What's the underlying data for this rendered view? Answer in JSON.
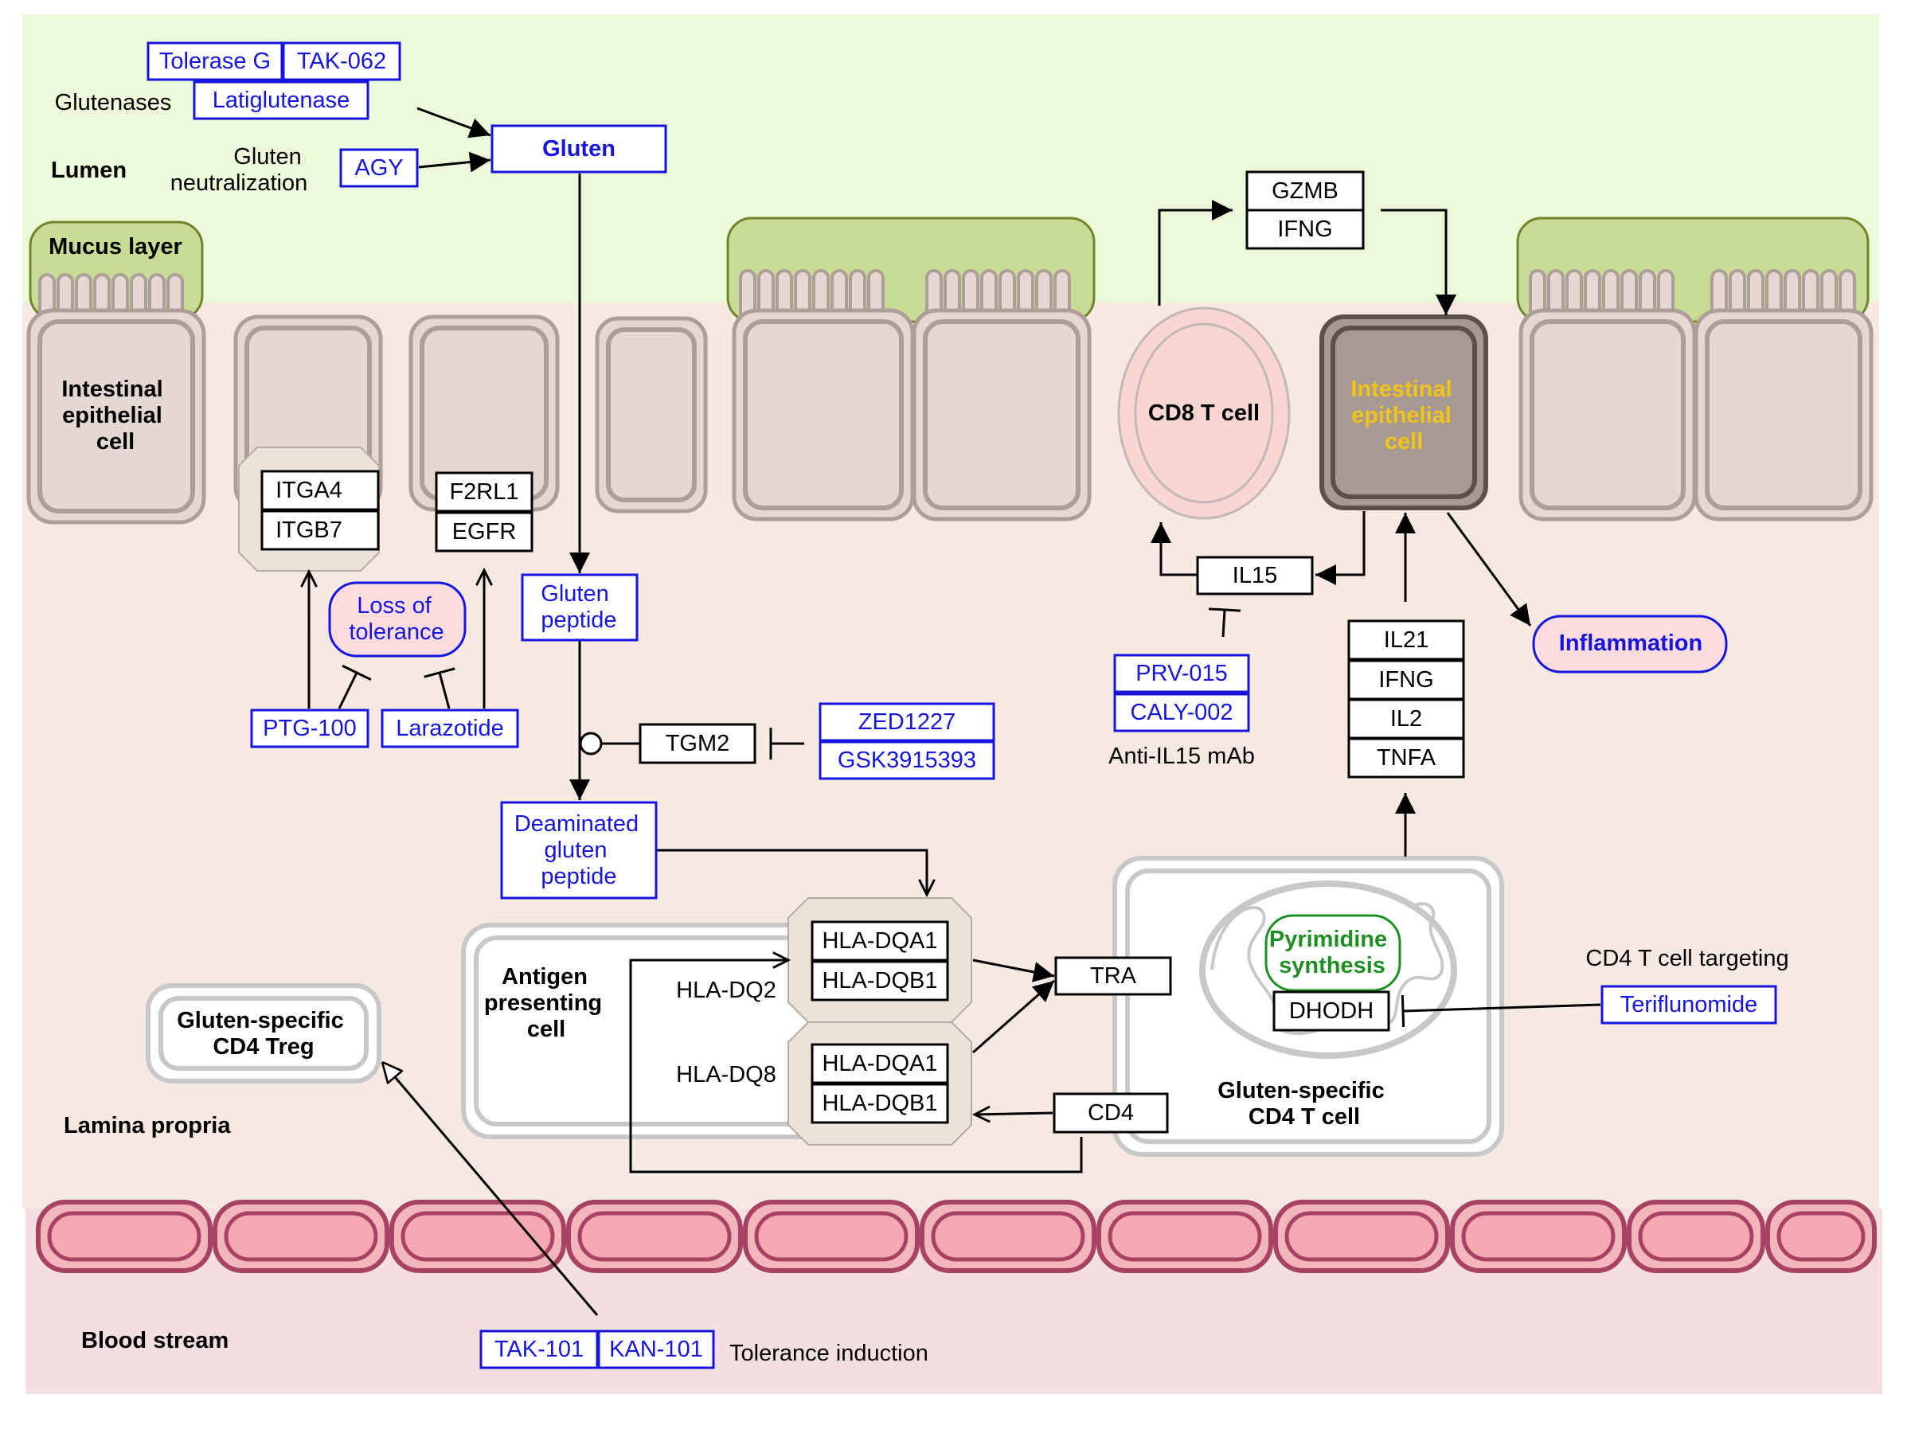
{
  "regions": {
    "lumen": "Lumen",
    "mucus": "Mucus layer",
    "lamina": "Lamina propria",
    "blood": "Blood stream"
  },
  "lumen_section": {
    "glutenases_label": "Glutenases",
    "glutenases": [
      "Tolerase G",
      "TAK-062",
      "Latiglutenase"
    ],
    "neutralization_label": [
      "Gluten",
      "neutralization"
    ],
    "agy": "AGY",
    "gluten": "Gluten"
  },
  "epithelium": {
    "cell_label": [
      "Intestinal",
      "epithelial",
      "cell"
    ],
    "inflamed_cell_label": [
      "Intestinal",
      "epithelial",
      "cell"
    ],
    "integrins": [
      "ITGA4",
      "ITGB7"
    ],
    "receptors": [
      "F2RL1",
      "EGFR"
    ]
  },
  "tolerance": {
    "loss": [
      "Loss of",
      "tolerance"
    ],
    "ptg": "PTG-100",
    "larazotide": "Larazotide"
  },
  "peptides": {
    "gluten_peptide": [
      "Gluten",
      "peptide"
    ],
    "tgm2": "TGM2",
    "tgm2_inhibitors": [
      "ZED1227",
      "GSK3915393"
    ],
    "deaminated": [
      "Deaminated",
      "gluten",
      "peptide"
    ]
  },
  "apc": {
    "label": [
      "Antigen",
      "presenting",
      "cell"
    ],
    "dq2_label": "HLA-DQ2",
    "dq8_label": "HLA-DQ8",
    "dq2": [
      "HLA-DQA1",
      "HLA-DQB1"
    ],
    "dq8": [
      "HLA-DQA1",
      "HLA-DQB1"
    ]
  },
  "tcell": {
    "tra": "TRA",
    "cd4": "CD4",
    "pyrimidine": [
      "Pyrimidine",
      "synthesis"
    ],
    "dhodh": "DHODH",
    "label": [
      "Gluten-specific",
      "CD4 T cell"
    ],
    "targeting_label": "CD4 T cell targeting",
    "teriflunomide": "Teriflunomide",
    "cytokines": [
      "IL21",
      "IFNG",
      "IL2",
      "TNFA"
    ]
  },
  "cd8": {
    "label": "CD8 T cell",
    "effectors": [
      "GZMB",
      "IFNG"
    ],
    "il15": "IL15",
    "anti_il15": [
      "PRV-015",
      "CALY-002"
    ],
    "anti_il15_label": "Anti-IL15 mAb"
  },
  "inflammation": "Inflammation",
  "treg": {
    "label": [
      "Gluten-specific",
      "CD4 Treg"
    ],
    "tolerance_drugs": [
      "TAK-101",
      "KAN-101"
    ],
    "tolerance_label": "Tolerance induction"
  },
  "colors": {
    "lumen_bg": "#ecfad9",
    "lamina_bg": "#f6e9e2",
    "blood_bg": "#f4dfe0",
    "drug_blue": "#1515dd",
    "pyrimidine_green": "#1f8f24",
    "inflamed_cell_text": "#f0c419",
    "vessel_fill": "#f4b6bd"
  }
}
